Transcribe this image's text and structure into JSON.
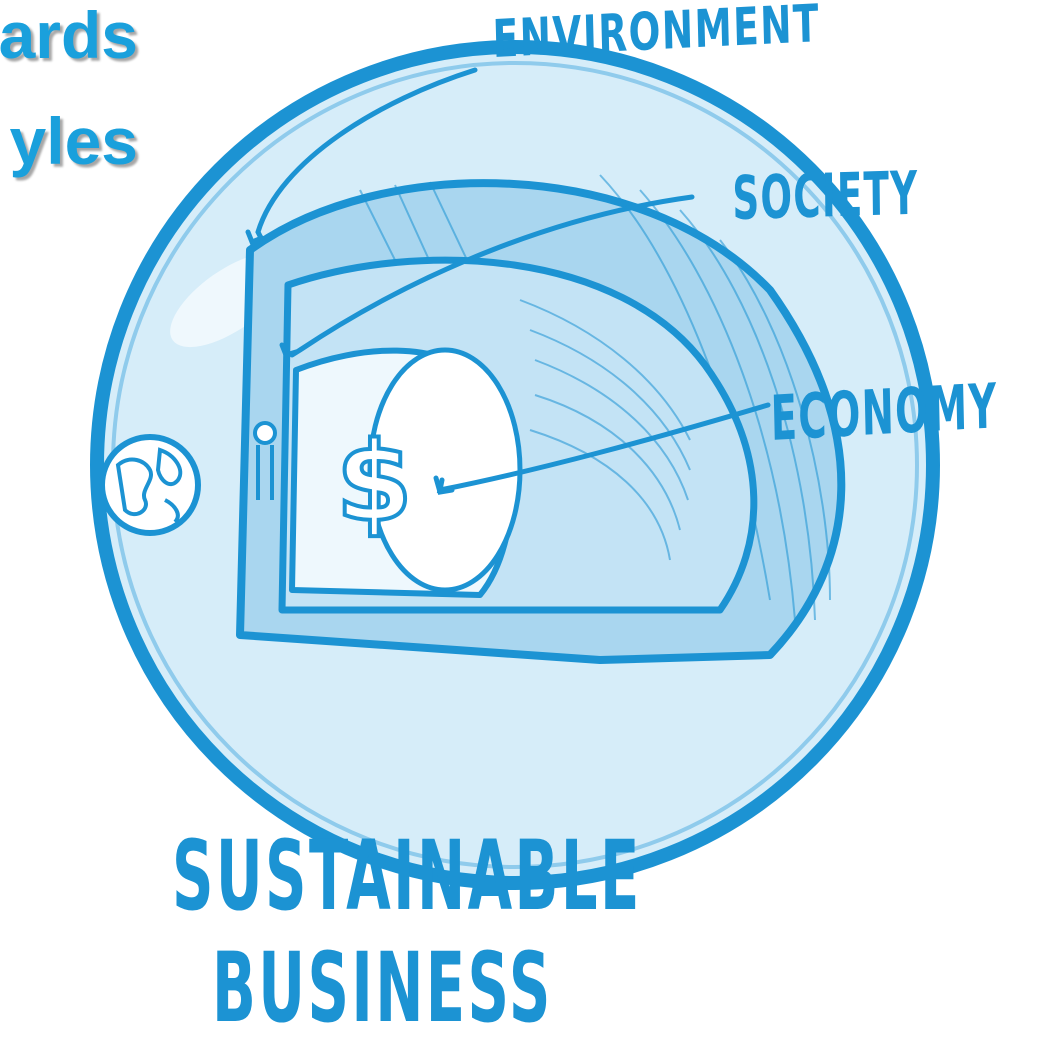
{
  "title": {
    "line1": "ards",
    "line2": "yles"
  },
  "labels": {
    "environment": "ENVIRONMENT",
    "society": "SOCIETY",
    "economy": "ECONOMY"
  },
  "caption": {
    "line1": "SUSTAINABLE",
    "line2": "BUSINESS"
  },
  "icons": {
    "globe": "globe-icon",
    "dollar": "dollar-sign"
  },
  "colors": {
    "primary_blue": "#1c93d3",
    "title_blue": "#1aa0dc",
    "sphere_fill": "#d6edf9",
    "environment_fill": "#a9d6ef",
    "society_fill": "#c3e3f5",
    "economy_fill": "#eef8fd"
  }
}
